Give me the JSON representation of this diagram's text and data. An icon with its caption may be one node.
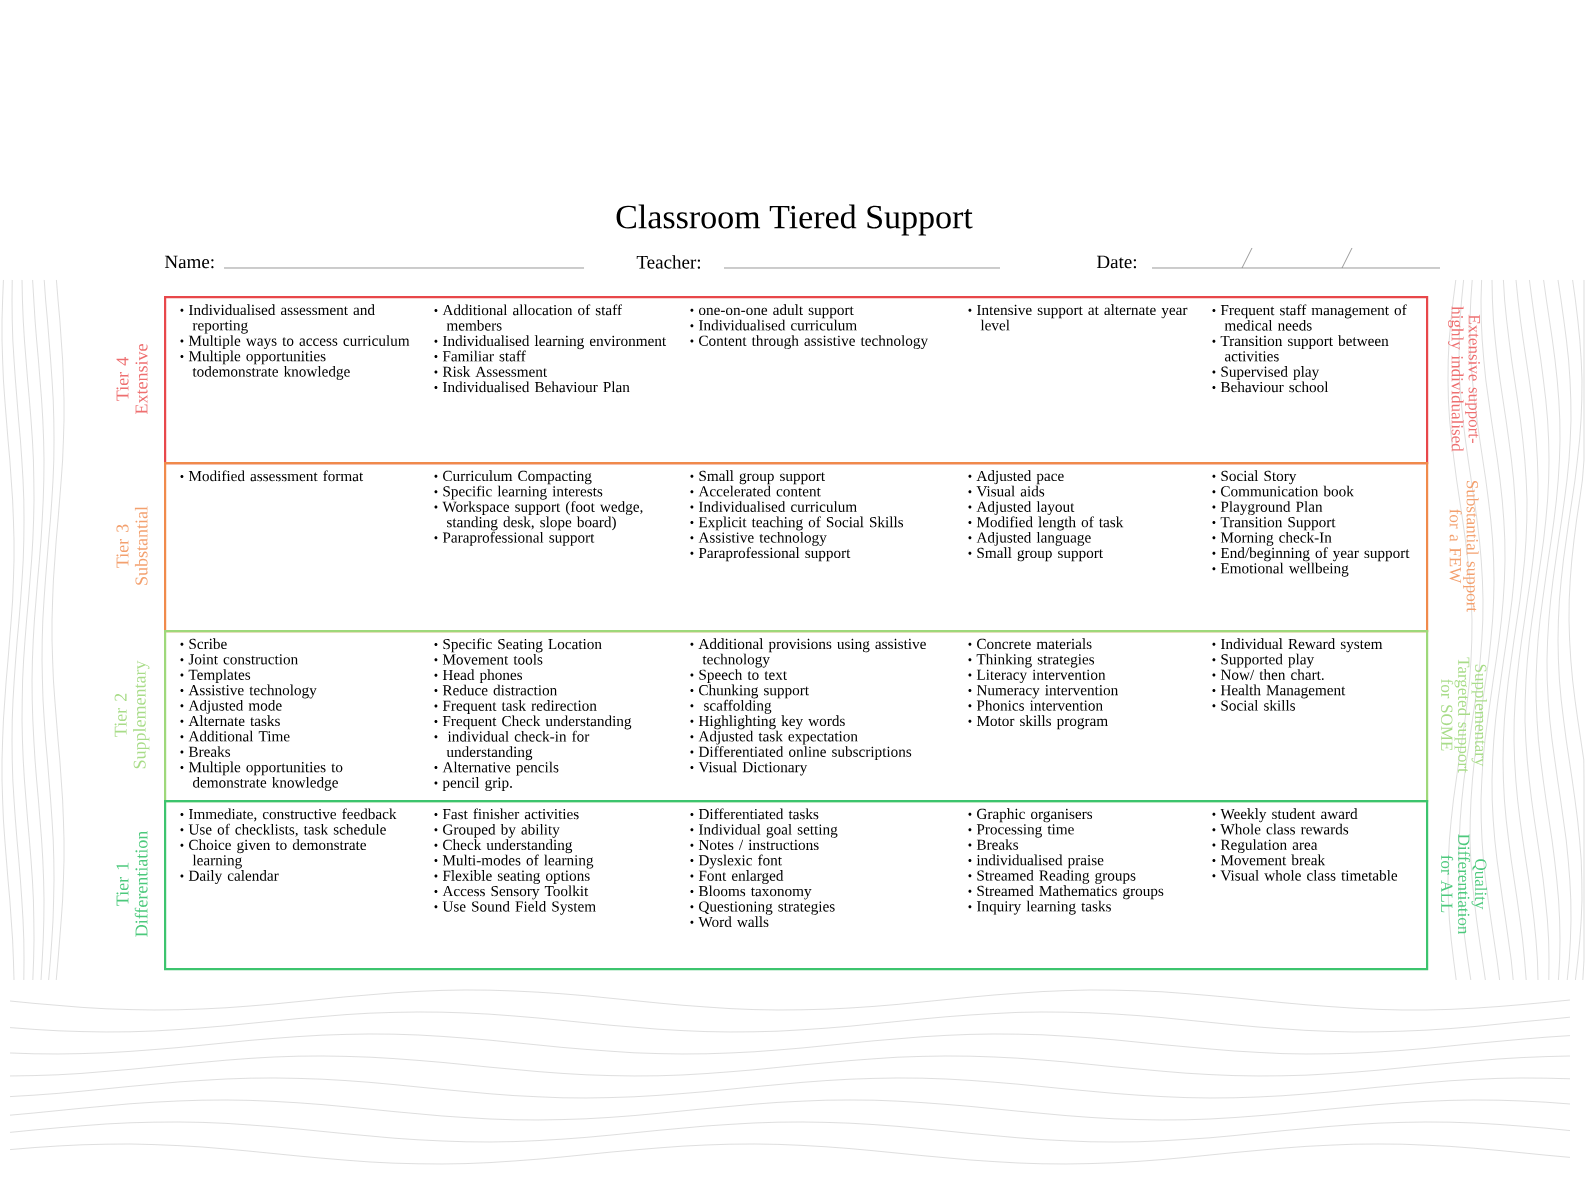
{
  "diagram": {
    "title": "Classroom Tiered Support",
    "nodes": [
      {
        "text": [
          "Tier 4 Extensive",
          "Extensive support-highly individualised"
        ]
      },
      {
        "text": [
          "Individualised assessment and reporting",
          "Multiple ways to access curriculum",
          "Multiple opportunities todemonstrate knowledge"
        ],
        "in": 0
      },
      {
        "text": [
          "Additional allocation of staff members",
          "Individualised learning environment",
          "Familiar staff",
          "Risk Assessment",
          "Individualised Behaviour Plan"
        ],
        "in": 0
      },
      {
        "text": [
          "one-on-one adult support",
          "Individualised  curriculum",
          "Content through assistive technology"
        ],
        "in": 0
      },
      {
        "text": [
          "Intensive support at alternate year level"
        ],
        "in": 0
      },
      {
        "text": [
          "Frequent staff management of medical needs",
          "Transition support between activities",
          "Supervised play",
          "Behaviour school"
        ],
        "in": 0
      },
      {
        "text": [
          "Tier 3 Substantial",
          "Substantial support for a FEW"
        ]
      },
      {
        "text": [
          "Modified assessment format"
        ],
        "in": 6
      },
      {
        "text": [
          "Curriculum Compacting",
          "Specific learning interests",
          "Workspace support (foot wedge, standing desk, slope board)",
          "Paraprofessional support"
        ],
        "in": 6
      },
      {
        "text": [
          "Small group  support",
          "Accelerated content",
          "Individualised curriculum",
          "Explicit teaching of Social Skills",
          "Assistive technology",
          "Paraprofessional support"
        ],
        "in": 6
      },
      {
        "text": [
          "Adjusted pace",
          "Visual aids",
          "Adjusted layout",
          "Modified length of task",
          "Adjusted language",
          "Small group support"
        ],
        "in": 6
      },
      {
        "text": [
          "Social Story",
          "Communication book",
          "Playground Plan",
          "Transition Support",
          "Morning check-In",
          "End/beginning of year support",
          "Emotional wellbeing"
        ],
        "in": 6
      },
      {
        "text": [
          "Tier 2 Supplementary",
          "Supplementary Targeted support for SOME"
        ]
      },
      {
        "text": [
          "Scribe",
          "Joint construction",
          "Templates",
          "Assistive technology",
          "Adjusted mode",
          "Alternate tasks",
          "Additional Time",
          "Breaks",
          "Multiple opportunities to demonstrate knowledge"
        ],
        "in": 12
      },
      {
        "text": [
          "Specific Seating Location",
          "Movement tools",
          "Head phones",
          "Reduce distraction",
          "Frequent task redirection",
          "Frequent Check understanding",
          " individual check-in for understanding",
          "Alternative pencils",
          "pencil grip."
        ],
        "in": 12
      },
      {
        "text": [
          "Additional provisions using assistive technology",
          "Speech to text",
          "Chunking support",
          " scaffolding",
          "Highlighting key words",
          "Adjusted task expectation",
          "Differentiated online subscriptions",
          "Visual Dictionary"
        ],
        "in": 12
      },
      {
        "text": [
          "Concrete materials",
          "Thinking strategies",
          "Literacy intervention",
          "Numeracy intervention",
          "Phonics intervention",
          "Motor skills program"
        ],
        "in": 12
      },
      {
        "text": [
          "Individual Reward system",
          "Supported play",
          "Now/ then chart.",
          "Health Management",
          "Social skills"
        ],
        "in": 12
      },
      {
        "text": [
          "Tier 1 Differentiation",
          "Quality Differentiation for ALL"
        ]
      },
      {
        "text": [
          "Immediate, constructive feedback",
          "Use of checklists, task schedule",
          "Choice given to demonstrate learning",
          "Daily calendar"
        ],
        "in": 18
      },
      {
        "text": [
          "Fast finisher activities",
          "Grouped by ability",
          "Check understanding",
          "Multi-modes of learning",
          "Flexible seating options",
          "Access Sensory Toolkit",
          "Use Sound Field System"
        ],
        "in": 18
      },
      {
        "text": [
          "Differentiated tasks",
          "Individual goal setting",
          "Notes / instructions",
          "Dyslexic font",
          "Font enlarged",
          "Blooms taxonomy",
          "Questioning strategies",
          "Word walls"
        ],
        "in": 18
      },
      {
        "text": [
          "Graphic organisers",
          "Processing time",
          "Breaks",
          "individualised praise",
          "Streamed Reading groups",
          "Streamed Mathematics groups",
          "Inquiry learning tasks"
        ],
        "in": 18
      },
      {
        "text": [
          "Weekly student award",
          "Whole class rewards",
          "Regulation area",
          "Movement break",
          "Visual whole class timetable"
        ],
        "in": 18
      }
    ],
    "labels": [
      "Name:",
      "Teacher:",
      "Date:"
    ]
  }
}
